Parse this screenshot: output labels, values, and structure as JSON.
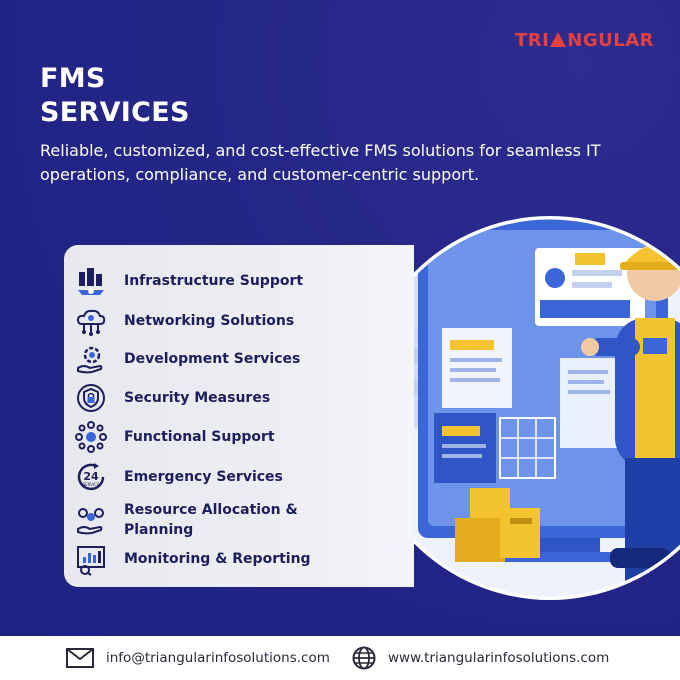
{
  "brand": {
    "logo_text_left": "TRI",
    "logo_text_right": "NGULAR"
  },
  "header": {
    "title_line1": "FMS",
    "title_line2": "SERVICES",
    "subtitle": "Reliable, customized, and cost-effective FMS solutions for seamless IT operations, compliance, and customer-centric support."
  },
  "services": {
    "items": [
      {
        "label": "Infrastructure Support",
        "icon": "infrastructure-icon"
      },
      {
        "label": "Networking Solutions",
        "icon": "networking-icon"
      },
      {
        "label": "Development Services",
        "icon": "development-icon"
      },
      {
        "label": "Security Measures",
        "icon": "security-icon"
      },
      {
        "label": "Functional Support",
        "icon": "functional-support-icon"
      },
      {
        "label": "Emergency Services",
        "icon": "emergency-24-icon"
      },
      {
        "label": "Resource Allocation & Planning",
        "icon": "resource-allocation-icon"
      },
      {
        "label": "Monitoring & Reporting",
        "icon": "monitoring-icon"
      }
    ],
    "icon_24_text": "24",
    "icon_24_subtext": "SERVICE"
  },
  "footer": {
    "email": "info@triangularinfosolutions.com",
    "website": "www.triangularinfosolutions.com"
  },
  "colors": {
    "background": "#252787",
    "accent": "#e53f3f",
    "panel": "#eceef3",
    "label": "#1c1f5c",
    "illustration_blue": "#3a66d8",
    "illustration_yellow": "#f4c430"
  }
}
